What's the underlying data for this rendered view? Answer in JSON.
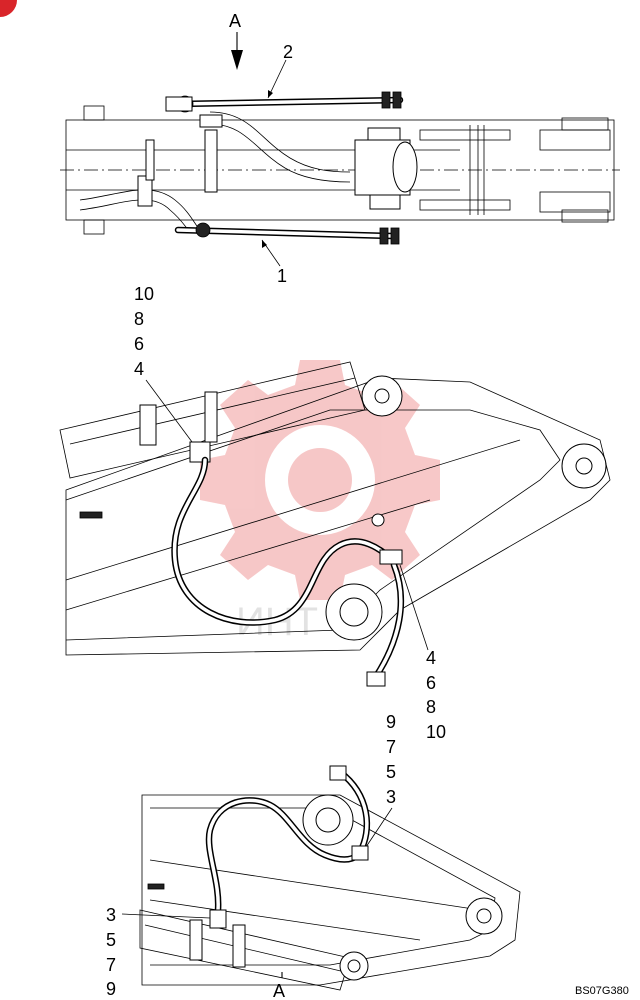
{
  "view_label_top": "A",
  "view_label_bottom": "A",
  "drawing_code": "BS07G380",
  "watermark_text": "ИНТ",
  "colors": {
    "watermark": "#e23b3b",
    "corner_badge": "#d9252a",
    "ink": "#000000"
  },
  "callouts": {
    "top_hose_upper": "2",
    "top_hose_lower": "1",
    "mid_left": [
      "10",
      "8",
      "6",
      "4"
    ],
    "mid_right": [
      "4",
      "6",
      "8",
      "10"
    ],
    "bottom_upper": [
      "9",
      "7",
      "5",
      "3"
    ],
    "bottom_left": [
      "3",
      "5",
      "7",
      "9"
    ]
  }
}
